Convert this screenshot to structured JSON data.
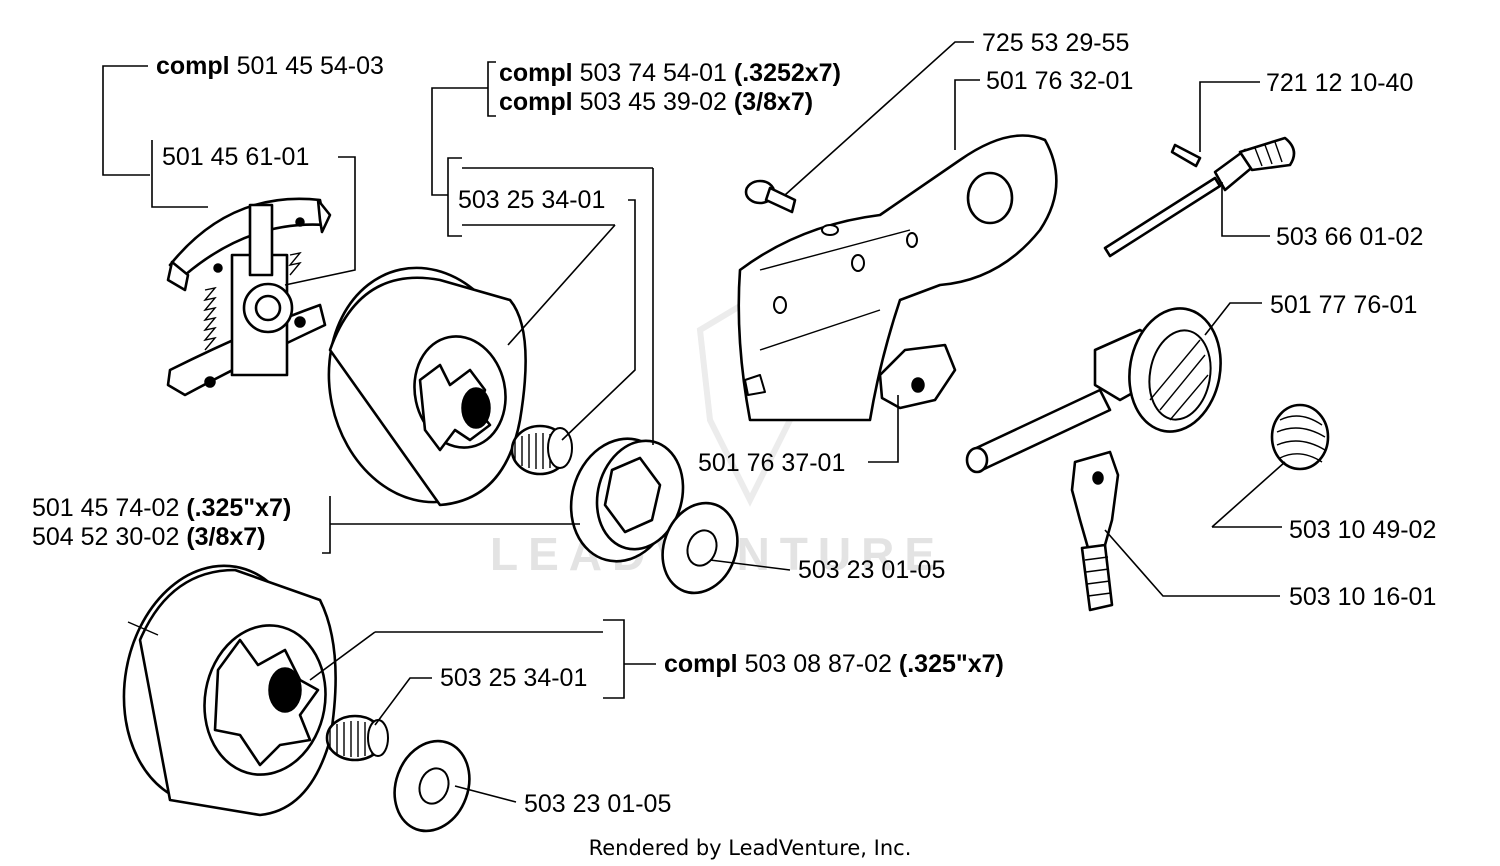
{
  "labels": {
    "clutch_compl": {
      "prefix": "compl",
      "number": "501 45 54-03",
      "suffix": ""
    },
    "clutch_shoe": {
      "prefix": "",
      "number": "501 45 61-01",
      "suffix": ""
    },
    "drum_compl_1": {
      "prefix": "compl",
      "number": "503 74 54-01",
      "suffix": "(.3252x7)"
    },
    "drum_compl_2": {
      "prefix": "compl",
      "number": "503 45 39-02",
      "suffix": "(3/8x7)"
    },
    "bearing_1": {
      "prefix": "",
      "number": "503 25 34-01",
      "suffix": ""
    },
    "rim_1": {
      "prefix": "",
      "number": "501 45 74-02",
      "suffix": "(.325\"x7)"
    },
    "rim_2": {
      "prefix": "",
      "number": "504 52 30-02",
      "suffix": "(3/8x7)"
    },
    "washer_1": {
      "prefix": "",
      "number": "503 23 01-05",
      "suffix": ""
    },
    "drum_compl_3": {
      "prefix": "compl",
      "number": "503 08 87-02",
      "suffix": "(.325\"x7)"
    },
    "bearing_2": {
      "prefix": "",
      "number": "503 25 34-01",
      "suffix": ""
    },
    "washer_2": {
      "prefix": "",
      "number": "503 23 01-05",
      "suffix": ""
    },
    "screw": {
      "prefix": "",
      "number": "725 53 29-55",
      "suffix": ""
    },
    "guide_plate": {
      "prefix": "",
      "number": "501 76 32-01",
      "suffix": ""
    },
    "pin": {
      "prefix": "",
      "number": "721 12 10-40",
      "suffix": ""
    },
    "adjuster": {
      "prefix": "",
      "number": "503 66 01-02",
      "suffix": ""
    },
    "oil_pump": {
      "prefix": "",
      "number": "501 77 76-01",
      "suffix": ""
    },
    "bracket": {
      "prefix": "",
      "number": "501 76 37-01",
      "suffix": ""
    },
    "spring": {
      "prefix": "",
      "number": "503 10 49-02",
      "suffix": ""
    },
    "hose": {
      "prefix": "",
      "number": "503 10 16-01",
      "suffix": ""
    }
  },
  "watermark": "LEADVENTURE",
  "footer": "Rendered by LeadVenture, Inc."
}
